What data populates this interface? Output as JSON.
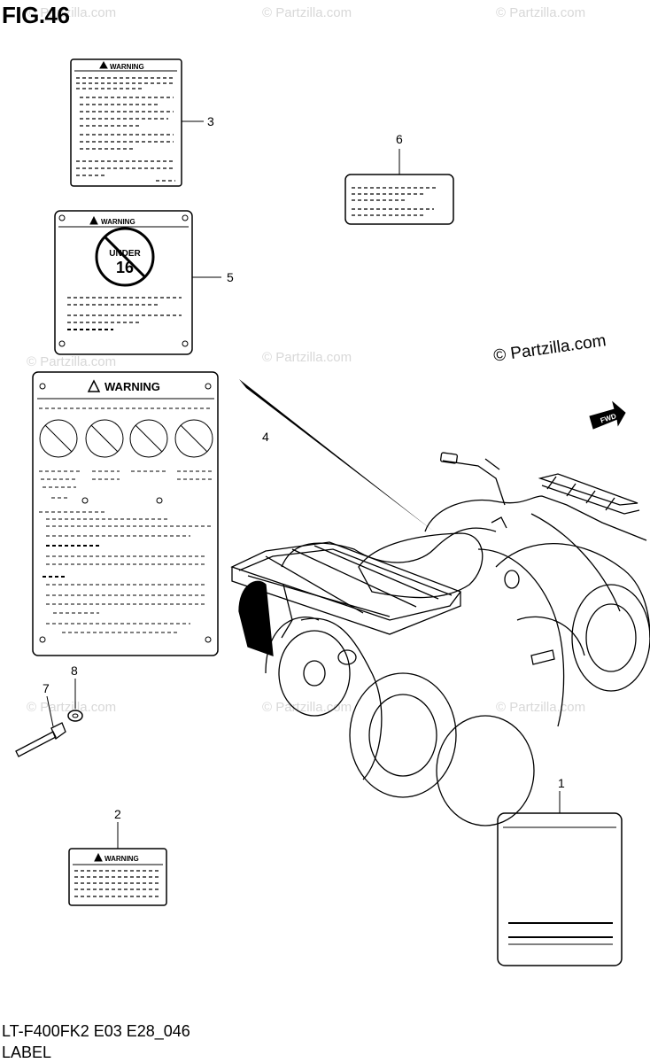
{
  "figure": {
    "title": "FIG.46"
  },
  "footer": {
    "model_code": "LT-F400FK2 E03 E28_046",
    "caption": "LABEL"
  },
  "copyright": "© Partzilla.com",
  "watermark_text": "© Partzilla.com",
  "callouts": [
    "1",
    "2",
    "3",
    "4",
    "5",
    "6",
    "7",
    "8"
  ],
  "labels": {
    "warning_text": "WARNING",
    "age_badge_word": "UNDER",
    "age_badge_number": "16",
    "direction_arrow_text": "FWD"
  }
}
